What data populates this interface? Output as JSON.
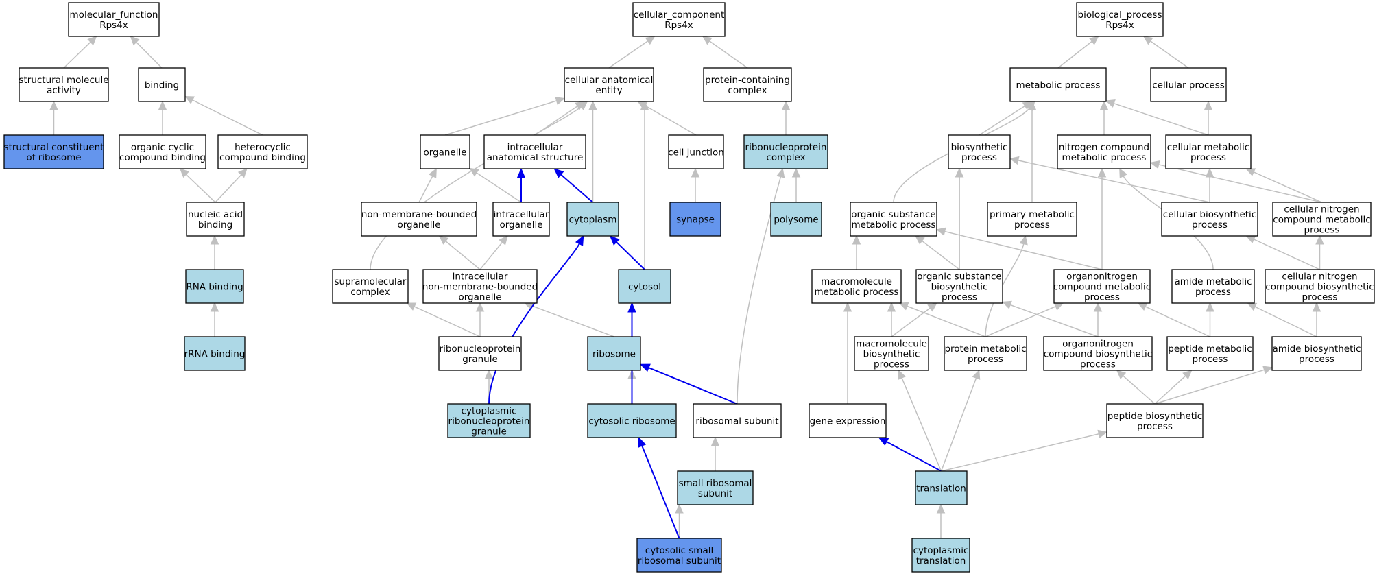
{
  "colors": {
    "plain": "#ffffff",
    "light": "#add8e6",
    "dark": "#6495ed",
    "edge": "#c0c0c0",
    "edge_highlight": "#0000ee"
  },
  "nodes": [
    {
      "id": "mf_root",
      "lines": [
        "molecular_function",
        "Rps4x"
      ],
      "fill": "plain"
    },
    {
      "id": "struct_mol",
      "lines": [
        "structural molecule",
        "activity"
      ],
      "fill": "plain"
    },
    {
      "id": "binding",
      "lines": [
        "binding"
      ],
      "fill": "plain"
    },
    {
      "id": "struct_const",
      "lines": [
        "structural constituent",
        "of ribosome"
      ],
      "fill": "dark"
    },
    {
      "id": "org_cyclic",
      "lines": [
        "organic cyclic",
        "compound binding"
      ],
      "fill": "plain"
    },
    {
      "id": "heterocyclic",
      "lines": [
        "heterocyclic",
        "compound binding"
      ],
      "fill": "plain"
    },
    {
      "id": "nucleic",
      "lines": [
        "nucleic acid",
        "binding"
      ],
      "fill": "plain"
    },
    {
      "id": "rna_binding",
      "lines": [
        "RNA binding"
      ],
      "fill": "light"
    },
    {
      "id": "rrna_binding",
      "lines": [
        "rRNA binding"
      ],
      "fill": "light"
    },
    {
      "id": "cc_root",
      "lines": [
        "cellular_component",
        "Rps4x"
      ],
      "fill": "plain"
    },
    {
      "id": "cae",
      "lines": [
        "cellular anatomical",
        "entity"
      ],
      "fill": "plain"
    },
    {
      "id": "pcc",
      "lines": [
        "protein-containing",
        "complex"
      ],
      "fill": "plain"
    },
    {
      "id": "organelle",
      "lines": [
        "organelle"
      ],
      "fill": "plain"
    },
    {
      "id": "ias",
      "lines": [
        "intracellular",
        "anatomical structure"
      ],
      "fill": "plain"
    },
    {
      "id": "cell_junction",
      "lines": [
        "cell junction"
      ],
      "fill": "plain"
    },
    {
      "id": "rnp_complex",
      "lines": [
        "ribonucleoprotein",
        "complex"
      ],
      "fill": "light"
    },
    {
      "id": "nmbo",
      "lines": [
        "non-membrane-bounded",
        "organelle"
      ],
      "fill": "plain"
    },
    {
      "id": "io",
      "lines": [
        "intracellular",
        "organelle"
      ],
      "fill": "plain"
    },
    {
      "id": "cytoplasm",
      "lines": [
        "cytoplasm"
      ],
      "fill": "light"
    },
    {
      "id": "synapse",
      "lines": [
        "synapse"
      ],
      "fill": "dark"
    },
    {
      "id": "polysome",
      "lines": [
        "polysome"
      ],
      "fill": "light"
    },
    {
      "id": "supramol",
      "lines": [
        "supramolecular",
        "complex"
      ],
      "fill": "plain"
    },
    {
      "id": "inmbo",
      "lines": [
        "intracellular",
        "non-membrane-bounded",
        "organelle"
      ],
      "fill": "plain"
    },
    {
      "id": "cytosol",
      "lines": [
        "cytosol"
      ],
      "fill": "light"
    },
    {
      "id": "rnp_granule",
      "lines": [
        "ribonucleoprotein",
        "granule"
      ],
      "fill": "plain"
    },
    {
      "id": "ribosome",
      "lines": [
        "ribosome"
      ],
      "fill": "light"
    },
    {
      "id": "cyto_rnp_granule",
      "lines": [
        "cytoplasmic",
        "ribonucleoprotein",
        "granule"
      ],
      "fill": "light"
    },
    {
      "id": "cyto_ribosome",
      "lines": [
        "cytosolic ribosome"
      ],
      "fill": "light"
    },
    {
      "id": "rib_subunit",
      "lines": [
        "ribosomal subunit"
      ],
      "fill": "plain"
    },
    {
      "id": "small_rib",
      "lines": [
        "small ribosomal",
        "subunit"
      ],
      "fill": "light"
    },
    {
      "id": "cyto_small_rib",
      "lines": [
        "cytosolic small",
        "ribosomal subunit"
      ],
      "fill": "dark"
    },
    {
      "id": "bp_root",
      "lines": [
        "biological_process",
        "Rps4x"
      ],
      "fill": "plain"
    },
    {
      "id": "metabolic",
      "lines": [
        "metabolic process"
      ],
      "fill": "plain"
    },
    {
      "id": "cellular_proc",
      "lines": [
        "cellular process"
      ],
      "fill": "plain"
    },
    {
      "id": "biosynthetic",
      "lines": [
        "biosynthetic",
        "process"
      ],
      "fill": "plain"
    },
    {
      "id": "ncmp",
      "lines": [
        "nitrogen compound",
        "metabolic process"
      ],
      "fill": "plain"
    },
    {
      "id": "cmp",
      "lines": [
        "cellular metabolic",
        "process"
      ],
      "fill": "plain"
    },
    {
      "id": "osmp",
      "lines": [
        "organic substance",
        "metabolic process"
      ],
      "fill": "plain"
    },
    {
      "id": "pmp",
      "lines": [
        "primary metabolic",
        "process"
      ],
      "fill": "plain"
    },
    {
      "id": "cbp",
      "lines": [
        "cellular biosynthetic",
        "process"
      ],
      "fill": "plain"
    },
    {
      "id": "cncmp",
      "lines": [
        "cellular nitrogen",
        "compound metabolic",
        "process"
      ],
      "fill": "plain"
    },
    {
      "id": "mmp",
      "lines": [
        "macromolecule",
        "metabolic process"
      ],
      "fill": "plain"
    },
    {
      "id": "osbp",
      "lines": [
        "organic substance",
        "biosynthetic",
        "process"
      ],
      "fill": "plain"
    },
    {
      "id": "oncmp",
      "lines": [
        "organonitrogen",
        "compound metabolic",
        "process"
      ],
      "fill": "plain"
    },
    {
      "id": "amp",
      "lines": [
        "amide metabolic",
        "process"
      ],
      "fill": "plain"
    },
    {
      "id": "cncbp",
      "lines": [
        "cellular nitrogen",
        "compound biosynthetic",
        "process"
      ],
      "fill": "plain"
    },
    {
      "id": "mbp",
      "lines": [
        "macromolecule",
        "biosynthetic",
        "process"
      ],
      "fill": "plain"
    },
    {
      "id": "protein_mp",
      "lines": [
        "protein metabolic",
        "process"
      ],
      "fill": "plain"
    },
    {
      "id": "oncbp",
      "lines": [
        "organonitrogen",
        "compound biosynthetic",
        "process"
      ],
      "fill": "plain"
    },
    {
      "id": "pep_mp",
      "lines": [
        "peptide metabolic",
        "process"
      ],
      "fill": "plain"
    },
    {
      "id": "amide_bp",
      "lines": [
        "amide biosynthetic",
        "process"
      ],
      "fill": "plain"
    },
    {
      "id": "gene_expr",
      "lines": [
        "gene expression"
      ],
      "fill": "plain"
    },
    {
      "id": "pep_bp",
      "lines": [
        "peptide biosynthetic",
        "process"
      ],
      "fill": "plain"
    },
    {
      "id": "translation",
      "lines": [
        "translation"
      ],
      "fill": "light"
    },
    {
      "id": "cyto_translation",
      "lines": [
        "cytoplasmic",
        "translation"
      ],
      "fill": "light"
    }
  ],
  "edges": [
    {
      "from": "struct_mol",
      "to": "mf_root",
      "highlight": false
    },
    {
      "from": "binding",
      "to": "mf_root",
      "highlight": false
    },
    {
      "from": "struct_const",
      "to": "struct_mol",
      "highlight": false
    },
    {
      "from": "org_cyclic",
      "to": "binding",
      "highlight": false
    },
    {
      "from": "heterocyclic",
      "to": "binding",
      "highlight": false
    },
    {
      "from": "nucleic",
      "to": "org_cyclic",
      "highlight": false
    },
    {
      "from": "nucleic",
      "to": "heterocyclic",
      "highlight": false
    },
    {
      "from": "rna_binding",
      "to": "nucleic",
      "highlight": false
    },
    {
      "from": "rrna_binding",
      "to": "rna_binding",
      "highlight": false
    },
    {
      "from": "cae",
      "to": "cc_root",
      "highlight": false
    },
    {
      "from": "pcc",
      "to": "cc_root",
      "highlight": false
    },
    {
      "from": "organelle",
      "to": "cae",
      "highlight": false
    },
    {
      "from": "ias",
      "to": "cae",
      "highlight": false
    },
    {
      "from": "cell_junction",
      "to": "cae",
      "highlight": false
    },
    {
      "from": "cytoplasm",
      "to": "cae",
      "highlight": false
    },
    {
      "from": "cytosol",
      "to": "cae",
      "highlight": false
    },
    {
      "from": "supramol",
      "to": "cae",
      "highlight": false,
      "curve": true
    },
    {
      "from": "rnp_complex",
      "to": "pcc",
      "highlight": false
    },
    {
      "from": "nmbo",
      "to": "organelle",
      "highlight": false
    },
    {
      "from": "io",
      "to": "organelle",
      "highlight": false
    },
    {
      "from": "io",
      "to": "ias",
      "highlight": true
    },
    {
      "from": "cytoplasm",
      "to": "ias",
      "highlight": true
    },
    {
      "from": "synapse",
      "to": "cell_junction",
      "highlight": false
    },
    {
      "from": "polysome",
      "to": "rnp_complex",
      "highlight": false
    },
    {
      "from": "rib_subunit",
      "to": "rnp_complex",
      "highlight": false,
      "curve": true
    },
    {
      "from": "inmbo",
      "to": "nmbo",
      "highlight": false
    },
    {
      "from": "inmbo",
      "to": "io",
      "highlight": false
    },
    {
      "from": "cytosol",
      "to": "cytoplasm",
      "highlight": true
    },
    {
      "from": "rnp_granule",
      "to": "supramol",
      "highlight": false
    },
    {
      "from": "rnp_granule",
      "to": "inmbo",
      "highlight": false
    },
    {
      "from": "ribosome",
      "to": "inmbo",
      "highlight": false
    },
    {
      "from": "cyto_rnp_granule",
      "to": "rnp_granule",
      "highlight": false
    },
    {
      "from": "cyto_rnp_granule",
      "to": "cytoplasm",
      "highlight": true,
      "curve": true
    },
    {
      "from": "cyto_ribosome",
      "to": "ribosome",
      "highlight": false
    },
    {
      "from": "cyto_ribosome",
      "to": "cytosol",
      "highlight": true,
      "curve": true
    },
    {
      "from": "rib_subunit",
      "to": "ribosome",
      "highlight": true
    },
    {
      "from": "small_rib",
      "to": "rib_subunit",
      "highlight": false
    },
    {
      "from": "cyto_small_rib",
      "to": "small_rib",
      "highlight": false
    },
    {
      "from": "cyto_small_rib",
      "to": "cyto_ribosome",
      "highlight": true
    },
    {
      "from": "metabolic",
      "to": "bp_root",
      "highlight": false
    },
    {
      "from": "cellular_proc",
      "to": "bp_root",
      "highlight": false
    },
    {
      "from": "biosynthetic",
      "to": "metabolic",
      "highlight": false
    },
    {
      "from": "ncmp",
      "to": "metabolic",
      "highlight": false
    },
    {
      "from": "cmp",
      "to": "metabolic",
      "highlight": false
    },
    {
      "from": "pmp",
      "to": "metabolic",
      "highlight": false
    },
    {
      "from": "osmp",
      "to": "metabolic",
      "highlight": false,
      "curve": true
    },
    {
      "from": "cmp",
      "to": "cellular_proc",
      "highlight": false
    },
    {
      "from": "cbp",
      "to": "biosynthetic",
      "highlight": false
    },
    {
      "from": "osbp",
      "to": "biosynthetic",
      "highlight": false
    },
    {
      "from": "cncmp",
      "to": "ncmp",
      "highlight": false
    },
    {
      "from": "oncmp",
      "to": "ncmp",
      "highlight": false
    },
    {
      "from": "amp",
      "to": "ncmp",
      "highlight": false,
      "curve": true
    },
    {
      "from": "cbp",
      "to": "cmp",
      "highlight": false
    },
    {
      "from": "cncmp",
      "to": "cmp",
      "highlight": false
    },
    {
      "from": "mmp",
      "to": "osmp",
      "highlight": false
    },
    {
      "from": "osbp",
      "to": "osmp",
      "highlight": false
    },
    {
      "from": "oncmp",
      "to": "osmp",
      "highlight": false
    },
    {
      "from": "cncbp",
      "to": "cbp",
      "highlight": false
    },
    {
      "from": "cncbp",
      "to": "cncmp",
      "highlight": false
    },
    {
      "from": "mbp",
      "to": "mmp",
      "highlight": false
    },
    {
      "from": "protein_mp",
      "to": "mmp",
      "highlight": false
    },
    {
      "from": "gene_expr",
      "to": "mmp",
      "highlight": false,
      "curve": true
    },
    {
      "from": "mbp",
      "to": "osbp",
      "highlight": false
    },
    {
      "from": "oncbp",
      "to": "osbp",
      "highlight": false
    },
    {
      "from": "protein_mp",
      "to": "oncmp",
      "highlight": false
    },
    {
      "from": "oncbp",
      "to": "oncmp",
      "highlight": false
    },
    {
      "from": "pep_mp",
      "to": "oncmp",
      "highlight": false
    },
    {
      "from": "pep_mp",
      "to": "amp",
      "highlight": false
    },
    {
      "from": "amide_bp",
      "to": "amp",
      "highlight": false
    },
    {
      "from": "amide_bp",
      "to": "cncbp",
      "highlight": false
    },
    {
      "from": "protein_mp",
      "to": "pmp",
      "highlight": false,
      "curve": true
    },
    {
      "from": "osbp",
      "to": "biosynthetic",
      "highlight": false
    },
    {
      "from": "pep_bp",
      "to": "oncbp",
      "highlight": false
    },
    {
      "from": "pep_bp",
      "to": "pep_mp",
      "highlight": false
    },
    {
      "from": "pep_bp",
      "to": "amide_bp",
      "highlight": false
    },
    {
      "from": "translation",
      "to": "mbp",
      "highlight": false
    },
    {
      "from": "translation",
      "to": "protein_mp",
      "highlight": false
    },
    {
      "from": "translation",
      "to": "gene_expr",
      "highlight": true
    },
    {
      "from": "translation",
      "to": "pep_bp",
      "highlight": false
    },
    {
      "from": "cyto_translation",
      "to": "translation",
      "highlight": false
    }
  ]
}
